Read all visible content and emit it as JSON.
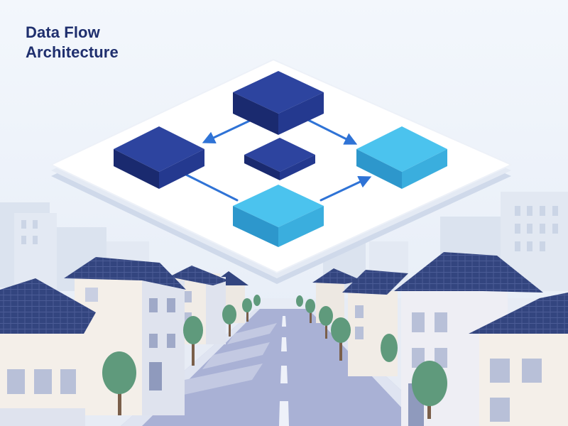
{
  "title": {
    "line1": "Data Flow",
    "line2": "Architecture"
  },
  "colors": {
    "sky": "#eef3fa",
    "title": "#1f2f6e",
    "node_dark": "#24398f",
    "node_light": "#3fb8e6",
    "arrow": "#2f73d6",
    "platform": "#ffffff",
    "roof": "#33457f",
    "wall": "#f3eee8",
    "tree": "#5f9a7c",
    "road": "#aab2d6"
  },
  "diagram": {
    "nodes": [
      {
        "id": "top",
        "tone": "dark"
      },
      {
        "id": "left",
        "tone": "dark"
      },
      {
        "id": "center",
        "tone": "dark"
      },
      {
        "id": "right",
        "tone": "light"
      },
      {
        "id": "bottom",
        "tone": "light"
      }
    ],
    "edges": [
      {
        "from": "top",
        "to": "left"
      },
      {
        "from": "top",
        "to": "right"
      },
      {
        "from": "left",
        "to": "bottom"
      },
      {
        "from": "bottom",
        "to": "right"
      }
    ]
  }
}
